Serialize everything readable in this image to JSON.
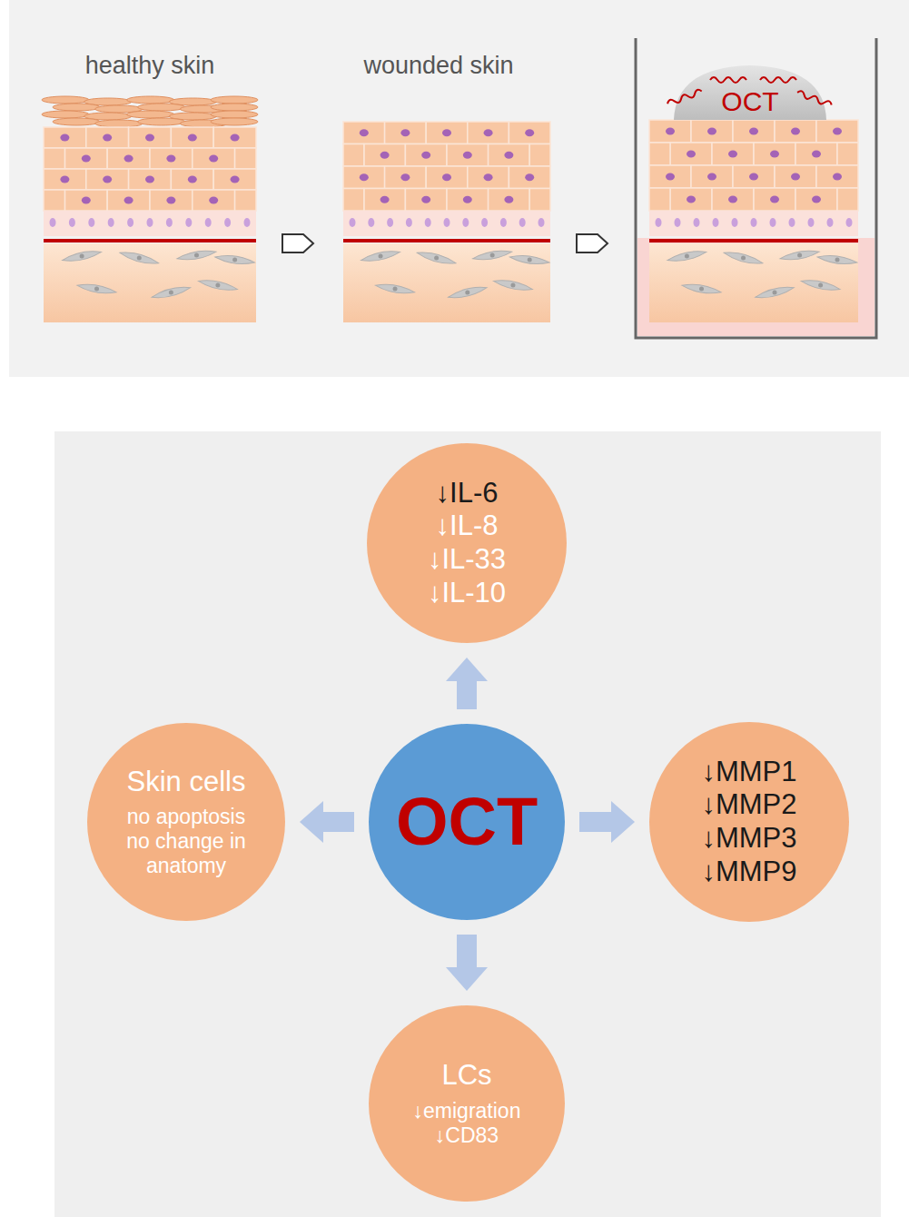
{
  "diagram": {
    "nodes": [
      {
        "text": [
          "↓IL-6",
          "↓IL-8",
          "↓IL-33",
          "↓IL-10"
        ]
      },
      {
        "text": [
          "Skin cells",
          "no apoptosis no change in anatomy"
        ]
      },
      {
        "text": [
          "OCT"
        ]
      },
      {
        "text": [
          "↓MMP1",
          "↓MMP2",
          "↓MMP3",
          "↓MMP9"
        ]
      },
      {
        "text": [
          "LCs",
          "↓emigration",
          "↓CD83"
        ]
      }
    ],
    "edges": [
      {
        "from": 2,
        "to": 0,
        "arrow": "to"
      },
      {
        "from": 2,
        "to": 1,
        "arrow": "to"
      },
      {
        "from": 2,
        "to": 3,
        "arrow": "to"
      },
      {
        "from": 2,
        "to": 4,
        "arrow": "to"
      }
    ],
    "labels": [
      "healthy skin",
      "wounded skin",
      "OCT"
    ]
  }
}
